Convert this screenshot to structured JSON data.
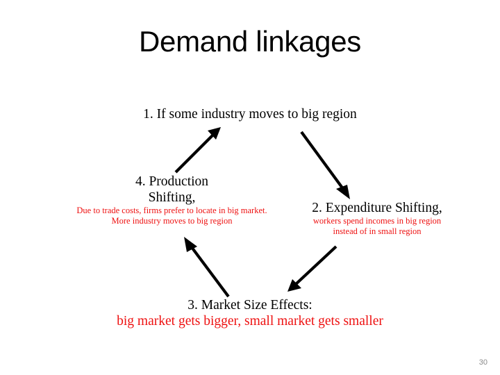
{
  "slide": {
    "title": "Demand linkages",
    "page_number": "30",
    "accent_red": "#ee1111",
    "text_black": "#000000",
    "background": "#ffffff"
  },
  "cycle": {
    "nodes": [
      {
        "id": "node-1",
        "heading": "1. If some industry moves to big region",
        "sub": "",
        "sub_size": "none"
      },
      {
        "id": "node-2",
        "heading": "2. Expenditure Shifting,",
        "sub": "workers spend incomes in big region\ninstead of in small region",
        "sub_size": "small"
      },
      {
        "id": "node-3",
        "heading": "3. Market Size Effects:",
        "sub": "big market gets bigger, small market gets smaller",
        "sub_size": "large"
      },
      {
        "id": "node-4",
        "heading": "4. Production\nShifting,",
        "sub": "Due to trade costs, firms prefer to locate in big market.\nMore industry moves to big region",
        "sub_size": "small"
      }
    ],
    "arrows": [
      {
        "name": "arrow-4-to-1",
        "from": "4. Production Shifting",
        "to": "1. If some industry moves to big region",
        "direction": "up-right"
      },
      {
        "name": "arrow-1-to-2",
        "from": "1. If some industry moves to big region",
        "to": "2. Expenditure Shifting",
        "direction": "down-right"
      },
      {
        "name": "arrow-2-to-3",
        "from": "2. Expenditure Shifting",
        "to": "3. Market Size Effects",
        "direction": "down-left"
      },
      {
        "name": "arrow-3-to-4",
        "from": "3. Market Size Effects",
        "to": "4. Production Shifting",
        "direction": "up-left"
      }
    ]
  }
}
